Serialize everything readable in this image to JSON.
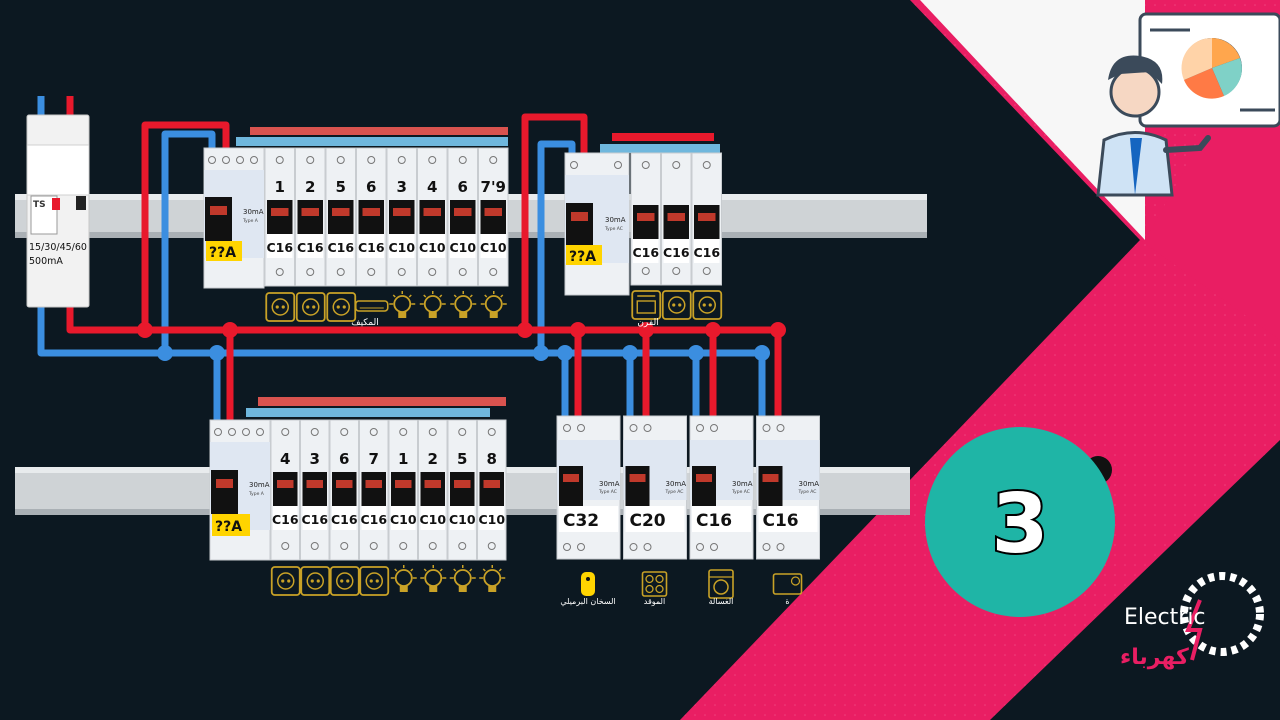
{
  "main_switch": {
    "rating": "15/30/45/60",
    "sensitivity": "500mA",
    "brand": "TS"
  },
  "colors": {
    "background": "#0c1821",
    "pink": "#e91e63",
    "wire_red": "#e8192c",
    "wire_blue": "#3b8ee0",
    "rail": "#cfd3d6",
    "teal": "#1fb5a6",
    "label_yellow": "#ffd400",
    "icon_gold": "#c9a227"
  },
  "panel1": {
    "rcd": {
      "label": "??A",
      "sensitivity": "30mA",
      "type": "Type A"
    },
    "breakers": [
      {
        "num": "1",
        "rating": "C16"
      },
      {
        "num": "2",
        "rating": "C16"
      },
      {
        "num": "5",
        "rating": "C16"
      },
      {
        "num": "6",
        "rating": "C16"
      },
      {
        "num": "3",
        "rating": "C10"
      },
      {
        "num": "4",
        "rating": "C10"
      },
      {
        "num": "6",
        "rating": "C10"
      },
      {
        "num": "7'9",
        "rating": "C10"
      }
    ],
    "icons": [
      "socket-icon",
      "socket-icon",
      "socket-icon",
      "air-conditioner-icon",
      "bulb-icon",
      "bulb-icon",
      "bulb-icon",
      "bulb-icon"
    ],
    "caption": "المكيف"
  },
  "panel2": {
    "rcd": {
      "label": "??A",
      "sensitivity": "30mA",
      "type": "Type AC"
    },
    "breakers": [
      {
        "num": "",
        "rating": "C16"
      },
      {
        "num": "",
        "rating": "C16"
      },
      {
        "num": "",
        "rating": "C16"
      }
    ],
    "icons": [
      "oven-icon",
      "socket-icon",
      "socket-icon"
    ],
    "caption": "الفرن"
  },
  "panel3": {
    "rcd": {
      "label": "??A",
      "sensitivity": "30mA",
      "type": "Type A"
    },
    "breakers": [
      {
        "num": "4",
        "rating": "C16"
      },
      {
        "num": "3",
        "rating": "C16"
      },
      {
        "num": "6",
        "rating": "C16"
      },
      {
        "num": "7",
        "rating": "C16"
      },
      {
        "num": "1",
        "rating": "C10"
      },
      {
        "num": "2",
        "rating": "C10"
      },
      {
        "num": "5",
        "rating": "C10"
      },
      {
        "num": "8",
        "rating": "C10"
      }
    ],
    "icons": [
      "socket-icon",
      "socket-icon",
      "socket-icon",
      "socket-icon",
      "bulb-icon",
      "bulb-icon",
      "bulb-icon",
      "bulb-icon"
    ]
  },
  "rcbos": [
    {
      "rating": "C32",
      "sensitivity": "30mA",
      "type": "Type AC",
      "caption": "السخان البرميلي",
      "icon": "water-heater-icon"
    },
    {
      "rating": "C20",
      "sensitivity": "30mA",
      "type": "Type AC",
      "caption": "الموقد",
      "icon": "cooktop-icon"
    },
    {
      "rating": "C16",
      "sensitivity": "30mA",
      "type": "Type AC",
      "caption": "الغسالة",
      "icon": "washing-machine-icon"
    },
    {
      "rating": "C16",
      "sensitivity": "30mA",
      "type": "Type AC",
      "caption": "ة",
      "icon": "dryer-icon"
    }
  ],
  "episode_number": "3",
  "logo": {
    "text_en": "Electric",
    "text_ar": "كهرباء"
  }
}
